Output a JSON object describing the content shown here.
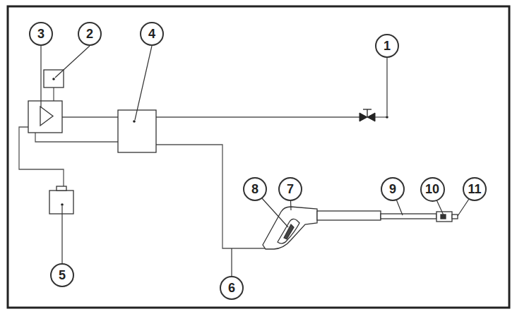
{
  "diagram": {
    "nodes": [
      {
        "text": [
          "3"
        ]
      },
      {
        "text": [
          "2"
        ]
      },
      {
        "text": [
          "4"
        ]
      },
      {
        "text": [
          "1"
        ]
      },
      {
        "text": [
          "8"
        ]
      },
      {
        "text": [
          "7"
        ]
      },
      {
        "text": [
          "9"
        ]
      },
      {
        "text": [
          "10"
        ]
      },
      {
        "text": [
          "11"
        ]
      },
      {
        "text": [
          "5"
        ]
      },
      {
        "text": [
          "6"
        ]
      }
    ]
  }
}
